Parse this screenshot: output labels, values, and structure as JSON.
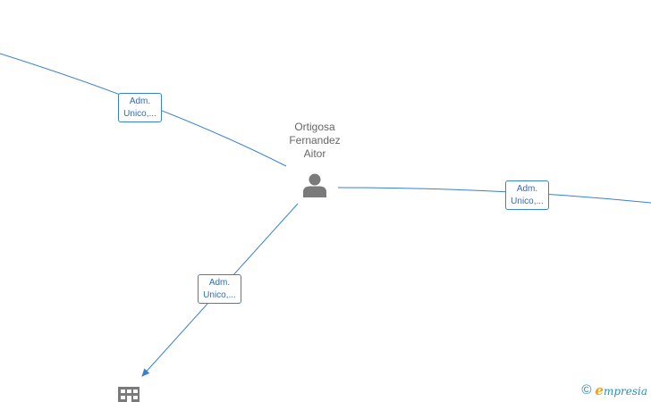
{
  "nodes": {
    "person": {
      "name_lines": [
        "Ortigosa",
        "Fernandez",
        "Aitor"
      ]
    }
  },
  "edges": [
    {
      "id": "top-left",
      "label_lines": [
        "Adm.",
        "Unico,..."
      ]
    },
    {
      "id": "right",
      "label_lines": [
        "Adm.",
        "Unico,..."
      ]
    },
    {
      "id": "bottom",
      "label_lines": [
        "Adm.",
        "Unico,..."
      ]
    }
  ],
  "brand": {
    "copyright": "©",
    "first_letter": "e",
    "rest": "mpresia"
  },
  "colors": {
    "edge": "#3a7fd0",
    "label_text": "#2e6db8",
    "node_text": "#666666",
    "icon": "#7a7a7a",
    "brand": "#2b8fb0",
    "brand_accent": "#f0a020"
  },
  "icons": {
    "person": "person-icon",
    "company": "building-icon"
  }
}
